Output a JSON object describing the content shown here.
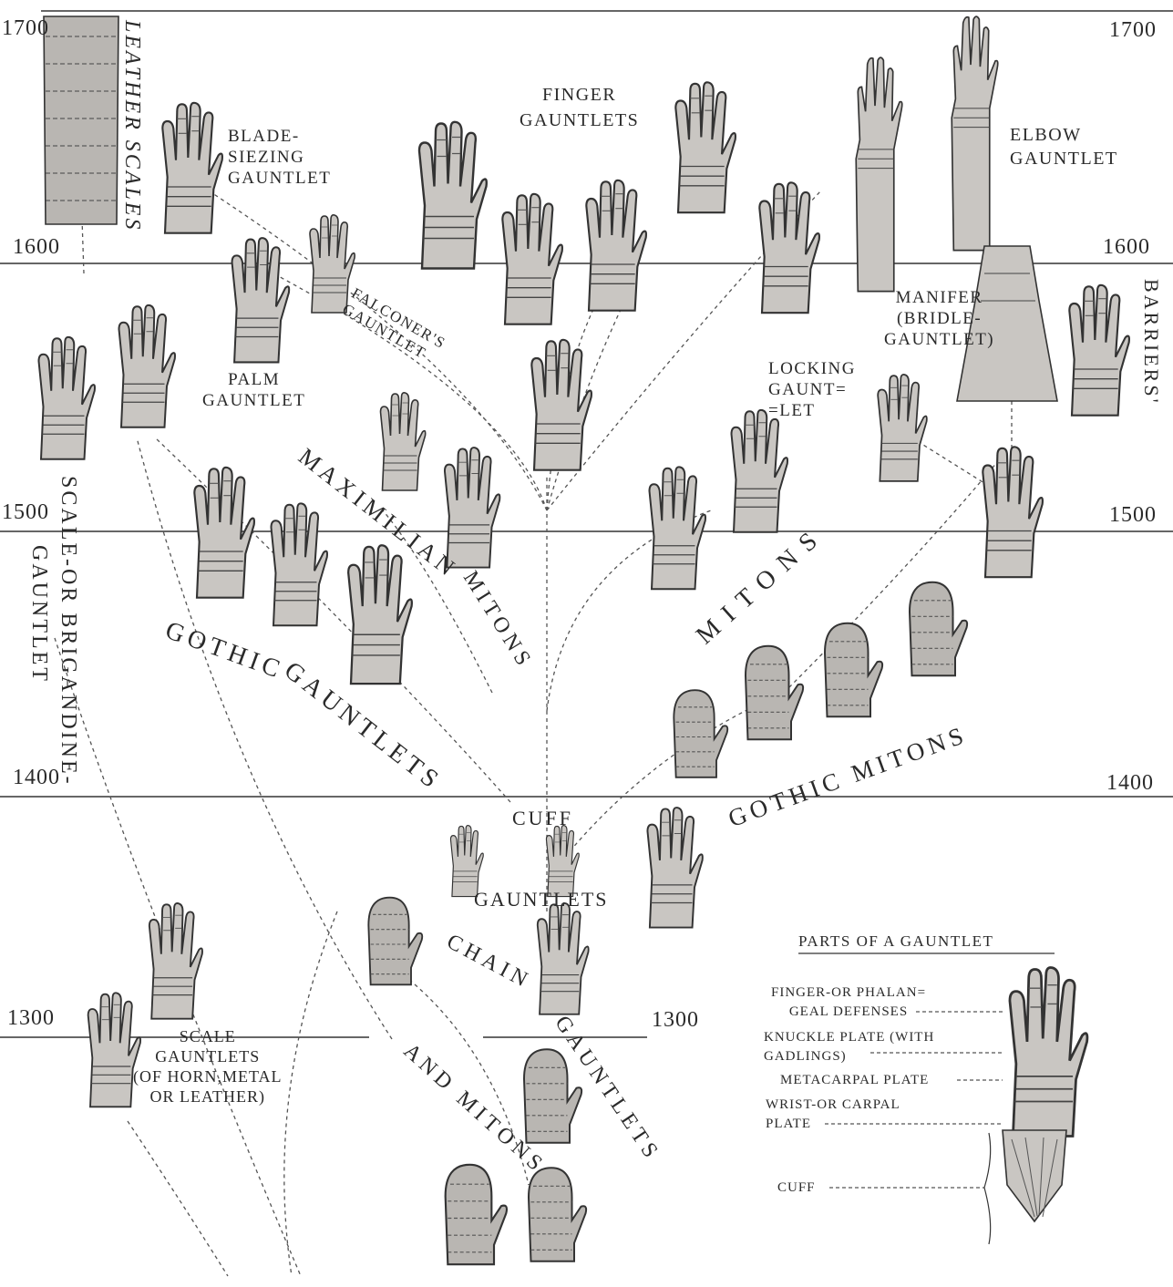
{
  "years": {
    "y1700": "1700",
    "y1600": "1600",
    "y1500": "1500",
    "y1400": "1400",
    "y1300": "1300"
  },
  "labels": {
    "leather_scales": "LEATHER SCALES",
    "blade_siezing": [
      "BLADE-",
      "SIEZING",
      "GAUNTLET"
    ],
    "finger_gauntlets": [
      "FINGER",
      "GAUNTLETS"
    ],
    "elbow_gauntlet": [
      "ELBOW",
      "GAUNTLET"
    ],
    "falconers": [
      "FALCONER'S",
      "GAUNTLET"
    ],
    "palm_gauntlet": [
      "PALM",
      "GAUNTLET"
    ],
    "manifer": [
      "MANIFER",
      "(BRIDLE-",
      "GAUNTLET)"
    ],
    "barriers": "BARRIERS'",
    "locking": [
      "LOCKING",
      "GAUNT=",
      "=LET"
    ],
    "maximilian": "MAXIMILIAN",
    "maximilian_mitons": "MITONS",
    "mitons": "MITONS",
    "gothic": "GOTHIC",
    "gothic_gauntlets": "GAUNTLETS",
    "gothic_mitons": "GOTHIC   MITONS",
    "scale_brigandine": "SCALE-OR BRIGANDINE-",
    "scale_brigandine_2": "GAUNTLET",
    "cuff": "CUFF",
    "cuff_gauntlets": "GAUNTLETS",
    "chain": "CHAIN",
    "chain_gauntlets": "GAUNTLETS",
    "and_mitons": "AND MITONS",
    "scale_gauntlets": [
      "SCALE",
      "GAUNTLETS",
      "(OF HORN,METAL",
      "OR LEATHER)"
    ]
  },
  "parts": {
    "title": "PARTS OF A GAUNTLET",
    "finger": [
      "FINGER-OR PHALAN=",
      "GEAL DEFENSES"
    ],
    "knuckle": [
      "KNUCKLE PLATE (WITH",
      "GADLINGS)"
    ],
    "metacarpal": "METACARPAL PLATE",
    "wrist": [
      "WRIST-OR CARPAL",
      "PLATE"
    ],
    "cuff": "CUFF"
  },
  "colors": {
    "glove_fill": "#c9c6c2",
    "line": "#333333",
    "dash": "#555555"
  },
  "icons": [
    "gauntlet-icon",
    "mail-mitten-icon",
    "elbow-gauntlet-icon"
  ]
}
